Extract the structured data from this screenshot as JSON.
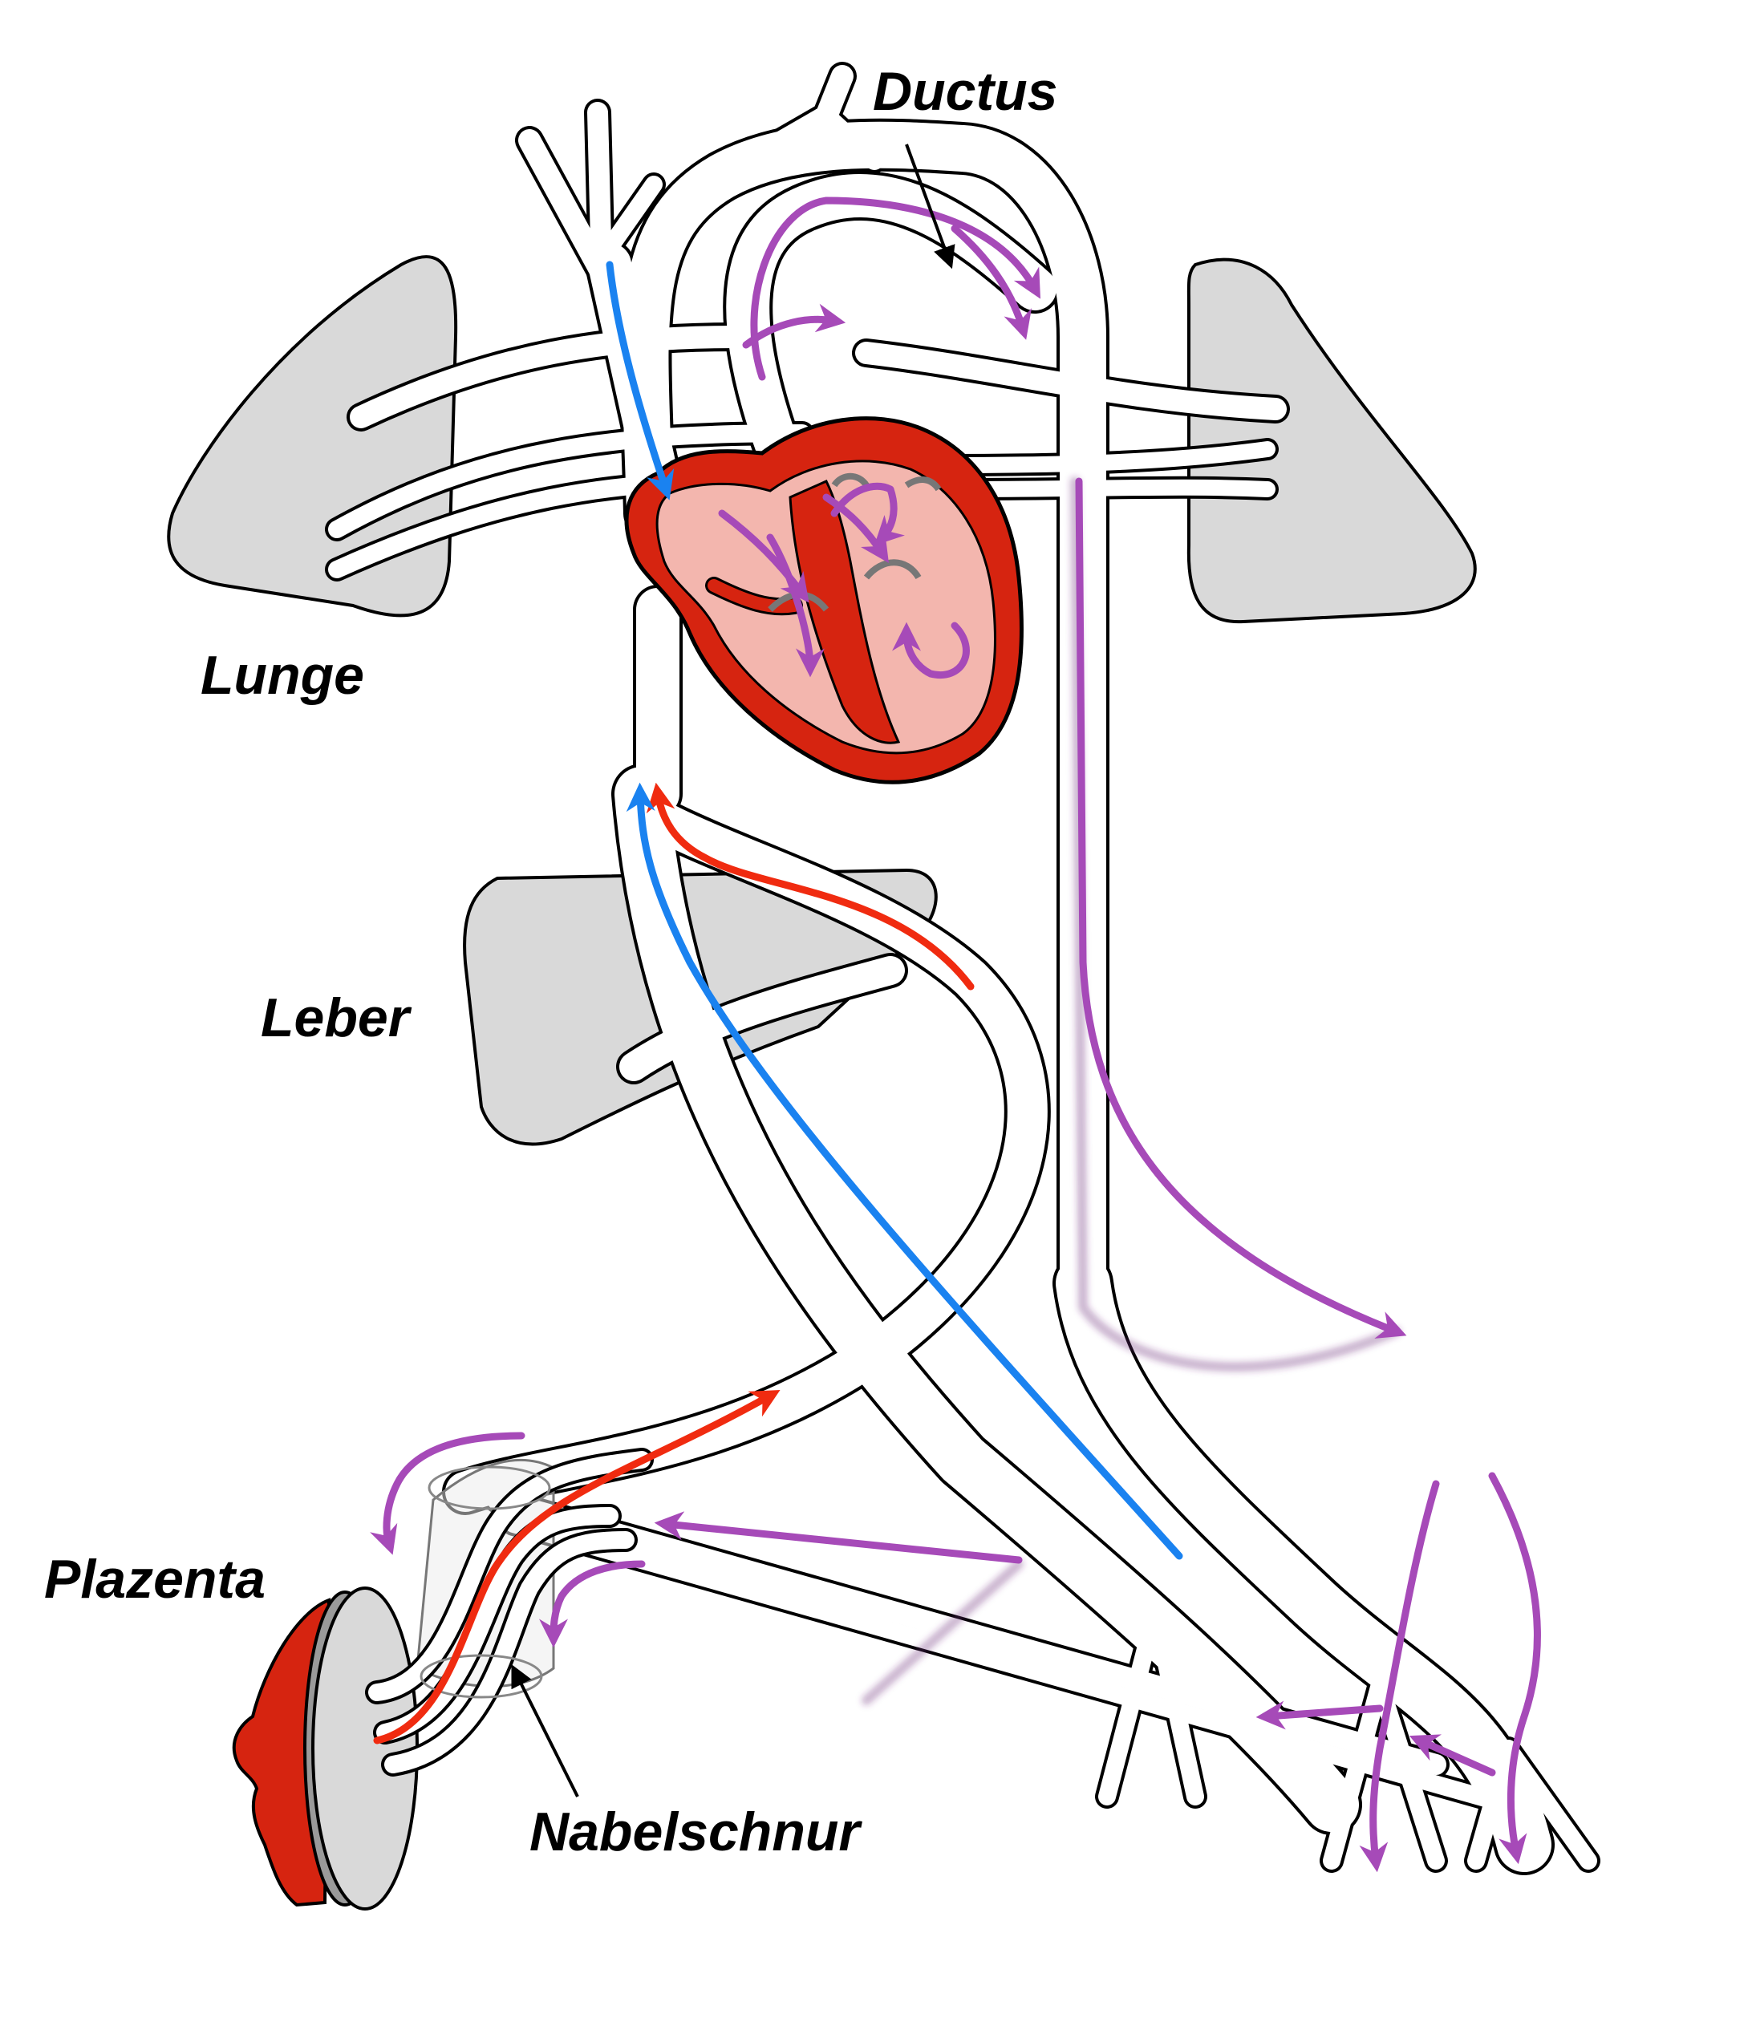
{
  "labels": {
    "ductus": "Ductus",
    "lunge": "Lunge",
    "leber": "Leber",
    "plazenta": "Plazenta",
    "nabelschnur": "Nabelschnur"
  },
  "colors": {
    "organ_fill": "#d9d9d9",
    "heart_wall": "#d62410",
    "heart_chamber": "#f3b6ae",
    "vessel_outline": "#000000",
    "vessel_fill": "#ffffff",
    "flow_mixed": "#a64ab8",
    "flow_oxygenated": "#f02b10",
    "flow_deoxygenated": "#1a82f0"
  },
  "legend_semantics": {
    "flow_mixed": "purple-arrow",
    "flow_oxygenated": "red-arrow",
    "flow_deoxygenated": "blue-arrow"
  }
}
